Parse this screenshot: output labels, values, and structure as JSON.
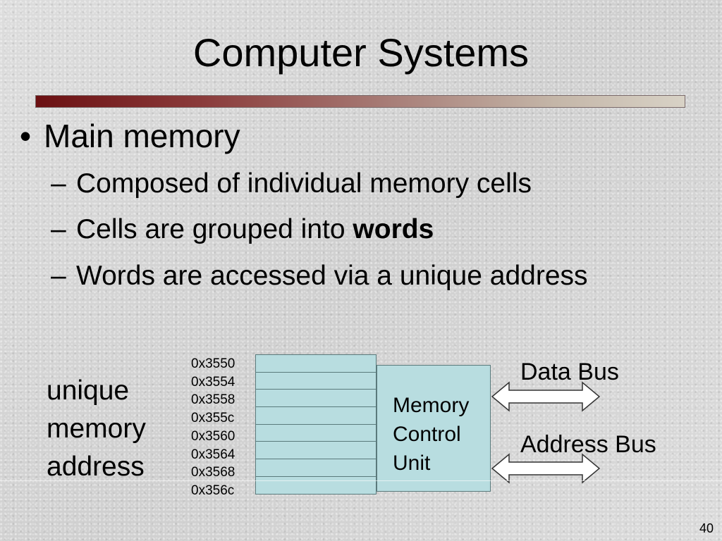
{
  "slide": {
    "title": "Computer Systems",
    "bullet_mark": "•",
    "bullet": "Main memory",
    "sub_dash": "–",
    "sub_items": [
      "Composed of individual memory cells",
      "Cells are grouped into ",
      "Words are accessed via a unique address"
    ],
    "sub_item_2_bold": "words",
    "page_number": "40"
  },
  "diagram": {
    "side_label": [
      "unique",
      "memory",
      "address"
    ],
    "addresses": [
      "0x3550",
      "0x3554",
      "0x3558",
      "0x355c",
      "0x3560",
      "0x3564",
      "0x3568",
      "0x356c"
    ],
    "control_unit": [
      "Memory",
      "Control",
      "Unit"
    ],
    "data_bus": "Data Bus",
    "address_bus": "Address Bus"
  },
  "colors": {
    "cell_fill": "#b8dde0",
    "title_bar_start": "#6b1012",
    "title_bar_end": "#d8d2c6"
  }
}
